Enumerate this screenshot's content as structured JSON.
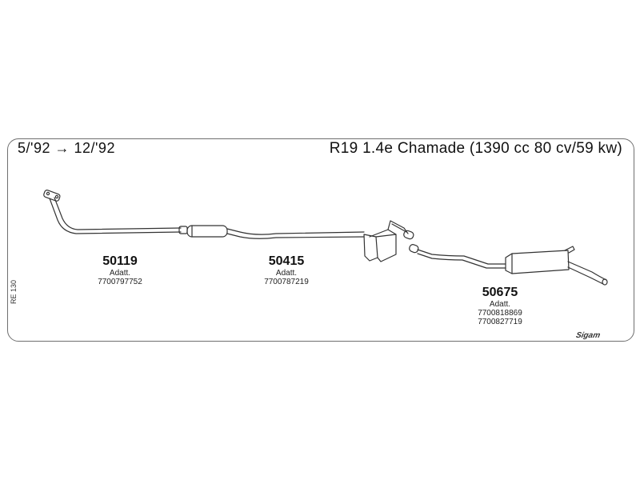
{
  "header": {
    "period": "5/'92 → 12/'92",
    "model": "R19 1.4e Chamade (1390 cc 80 cv/59 kw)"
  },
  "side_code": "RE 130",
  "parts": [
    {
      "number": "50119",
      "note": "Adatt.",
      "refs": [
        "7700797752"
      ]
    },
    {
      "number": "50415",
      "note": "Adatt.",
      "refs": [
        "7700787219"
      ]
    },
    {
      "number": "50675",
      "note": "Adatt.",
      "refs": [
        "7700818869",
        "7700827719"
      ]
    }
  ],
  "brand": "Sigam",
  "colors": {
    "line": "#333333",
    "border": "#6f6f6f"
  }
}
